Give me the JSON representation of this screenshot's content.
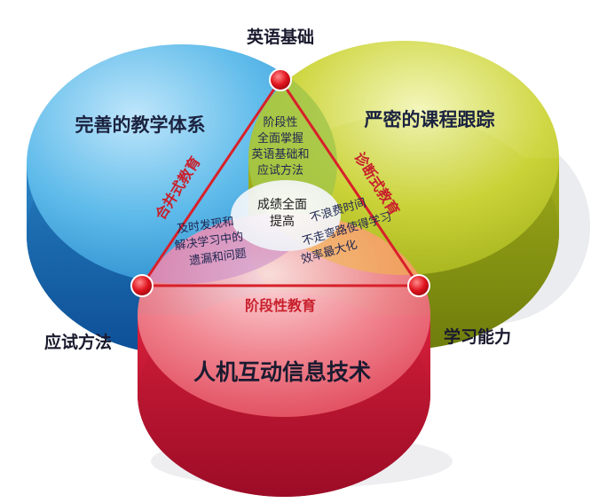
{
  "diagram": {
    "corners": {
      "top": "英语基础",
      "left": "应试方法",
      "right": "学习能力"
    },
    "circles": {
      "left": "完善的教学体系",
      "right": "严密的课程跟踪",
      "bottom": "人机互动信息技术"
    },
    "edges": {
      "left": "合并式教育",
      "right": "诊断式教育",
      "bottom": "阶段性教育"
    },
    "regions": {
      "top_overlap": [
        "阶段性",
        "全面掌握",
        "英语基础和",
        "应试方法"
      ],
      "left_overlap": [
        "及时发现和",
        "解决学习中的",
        "遗漏和问题"
      ],
      "right_overlap": [
        "不浪费时间",
        "不走弯路使得学习",
        "效率最大化"
      ],
      "center": [
        "成绩全面",
        "提高"
      ]
    },
    "colors": {
      "left_circle": "#4fb3e6",
      "right_circle": "#c4cf2a",
      "bottom_circle": "#e64f62",
      "node": "#e0141e",
      "triangle": "#d8202a"
    }
  }
}
